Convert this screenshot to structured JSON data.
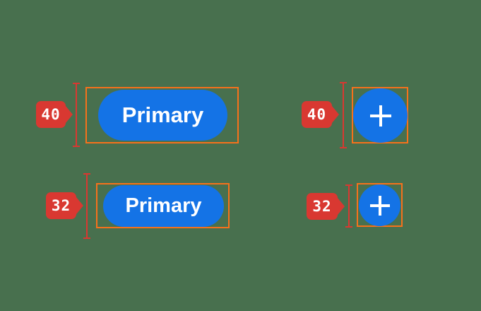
{
  "colors": {
    "canvas_green": "#48704E",
    "primary_blue": "#1473E6",
    "redline_red": "#D93831",
    "selection_orange": "#F7711B",
    "label_white": "#FFFFFF"
  },
  "groups": [
    {
      "id": "primary-button-40",
      "measurement": "40",
      "label": "Primary",
      "type": "pill-button"
    },
    {
      "id": "icon-button-40",
      "measurement": "40",
      "icon": "plus-icon",
      "type": "icon-button"
    },
    {
      "id": "primary-button-32",
      "measurement": "32",
      "label": "Primary",
      "type": "pill-button"
    },
    {
      "id": "icon-button-32",
      "measurement": "32",
      "icon": "plus-icon",
      "type": "icon-button"
    }
  ]
}
